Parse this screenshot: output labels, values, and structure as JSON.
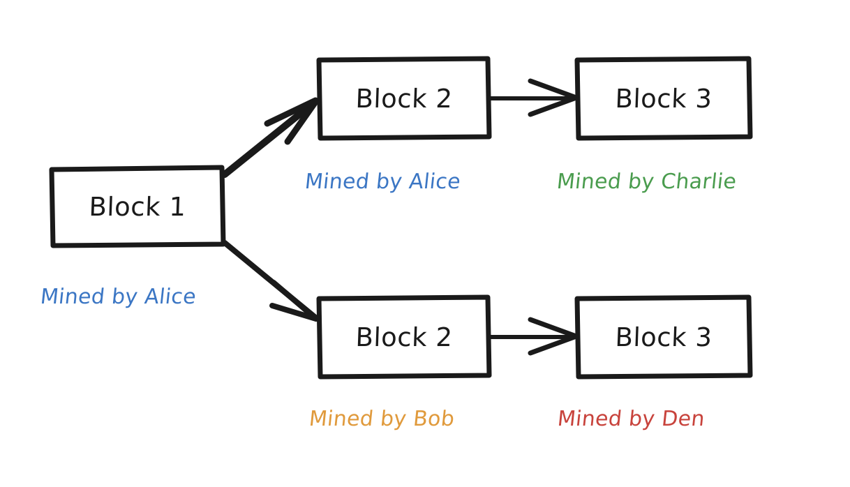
{
  "diagram": {
    "title": "Blockchain fork diagram",
    "background_color": "#ffffff",
    "stroke_color": "#1a1a1a"
  },
  "colors": {
    "alice": "#3b76c4",
    "charlie": "#4a9c4e",
    "bob": "#e09a3c",
    "den": "#c8433c",
    "ink": "#1a1a1a"
  },
  "blocks": [
    {
      "id": "block1",
      "label": "Block 1",
      "miner_label": "Mined by Alice",
      "miner_color": "#3b76c4"
    },
    {
      "id": "block2_top",
      "label": "Block 2",
      "miner_label": "Mined by Alice",
      "miner_color": "#3b76c4"
    },
    {
      "id": "block3_top",
      "label": "Block 3",
      "miner_label": "Mined by Charlie",
      "miner_color": "#4a9c4e"
    },
    {
      "id": "block2_bottom",
      "label": "Block 2",
      "miner_label": "Mined by Bob",
      "miner_color": "#e09a3c"
    },
    {
      "id": "block3_bottom",
      "label": "Block 3",
      "miner_label": "Mined by Den",
      "miner_color": "#c8433c"
    }
  ],
  "connections": [
    {
      "from": "block1",
      "to": "block2_top",
      "kind": "fork-up-arrow"
    },
    {
      "from": "block1",
      "to": "block2_bottom",
      "kind": "fork-down-arrow"
    },
    {
      "from": "block2_top",
      "to": "block3_top",
      "kind": "straight-arrow"
    },
    {
      "from": "block2_bottom",
      "to": "block3_bottom",
      "kind": "straight-arrow"
    }
  ]
}
